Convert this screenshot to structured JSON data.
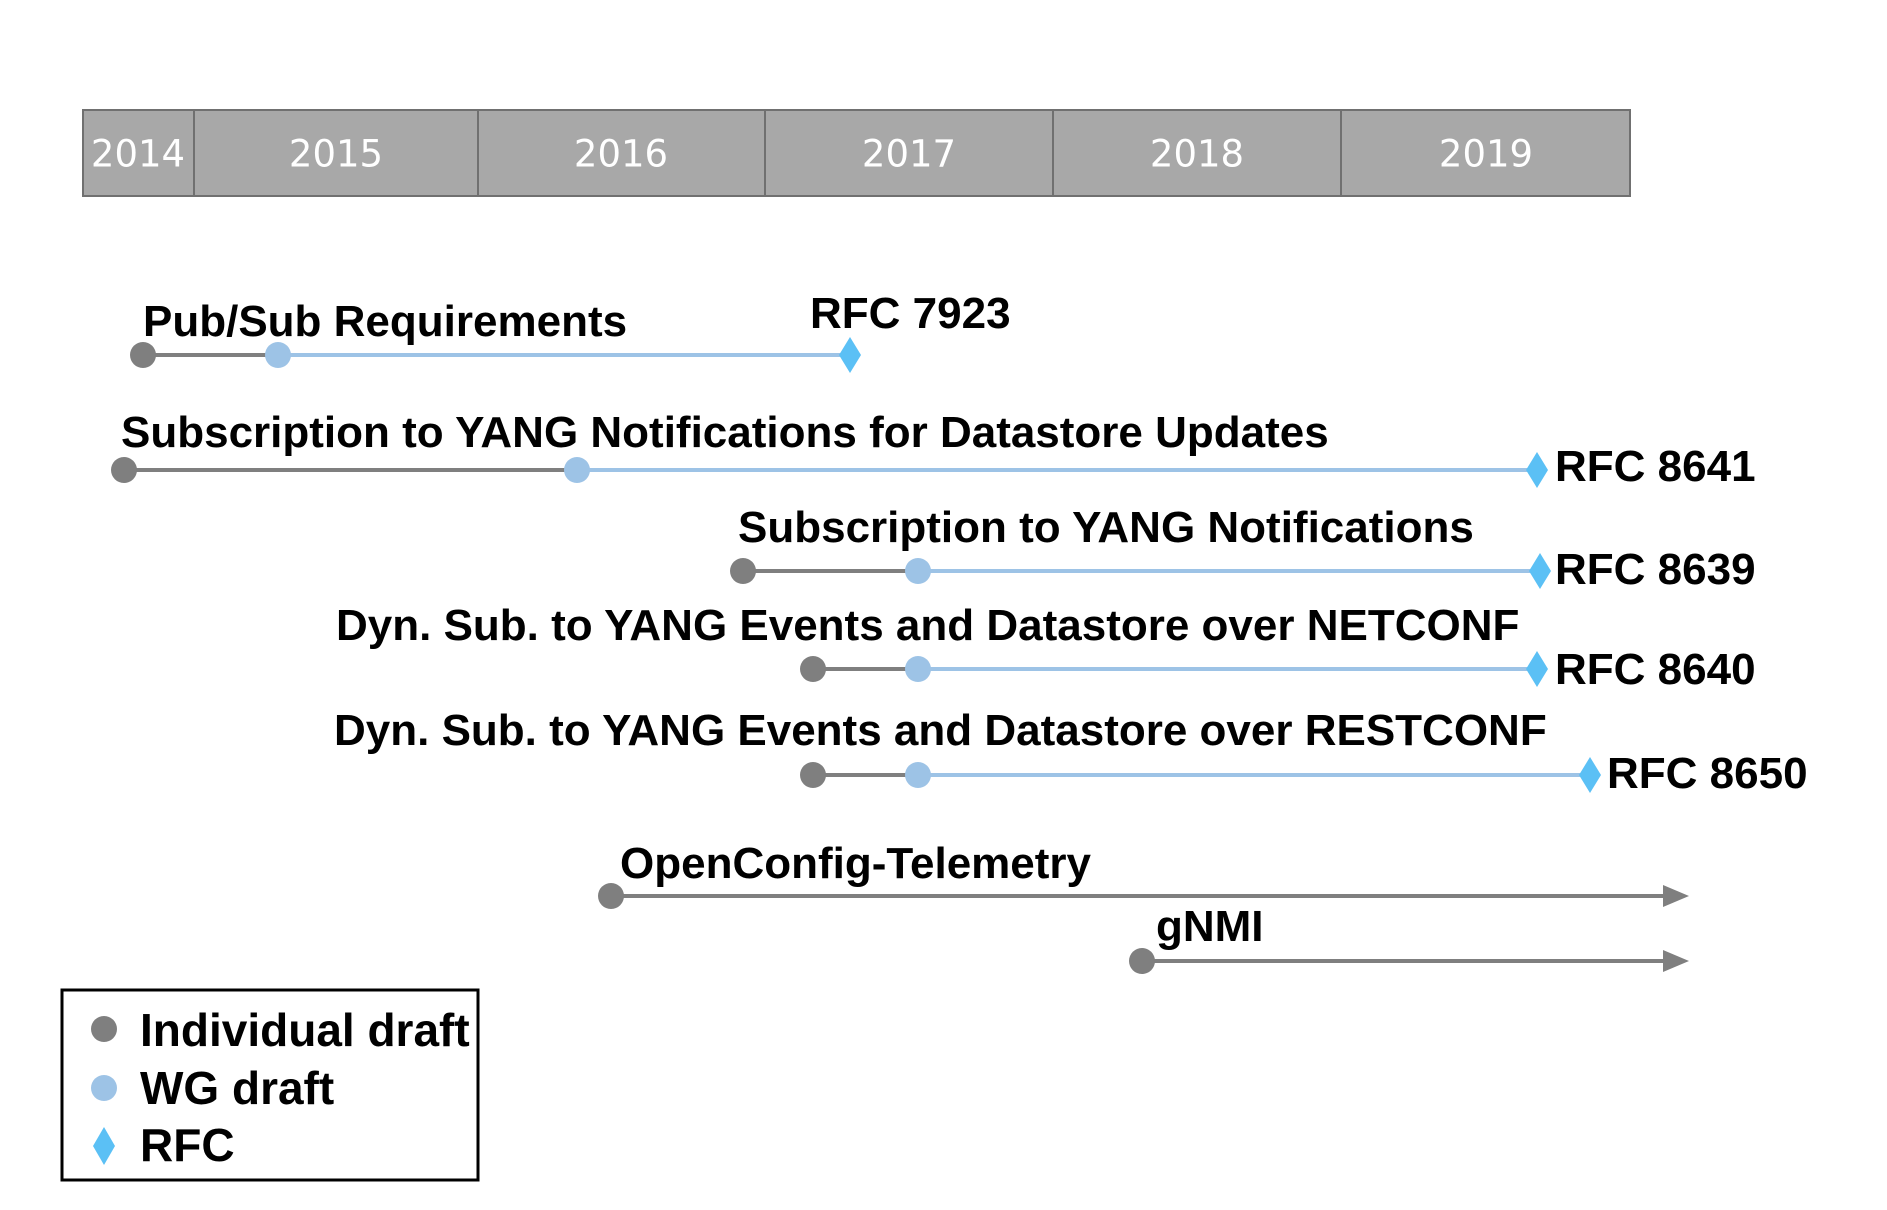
{
  "colors": {
    "year_fill": "#a8a8a8",
    "year_stroke": "#707070",
    "individual_draft": "#7f7f7f",
    "wg_draft": "#9dc3e6",
    "rfc": "#5bc0f5",
    "text": "#000000"
  },
  "timeline": {
    "years": [
      "2014",
      "2015",
      "2016",
      "2017",
      "2018",
      "2019"
    ]
  },
  "tracks": [
    {
      "label": "Pub/Sub Requirements",
      "end_label": "RFC 7923",
      "end": "rfc"
    },
    {
      "label": "Subscription to YANG Notifications for Datastore Updates",
      "end_label": "RFC 8641",
      "end": "rfc"
    },
    {
      "label": "Subscription to YANG Notifications",
      "end_label": "RFC 8639",
      "end": "rfc"
    },
    {
      "label": "Dyn. Sub. to YANG Events and Datastore over NETCONF",
      "end_label": "RFC 8640",
      "end": "rfc"
    },
    {
      "label": "Dyn. Sub. to YANG Events and Datastore over RESTCONF",
      "end_label": "RFC 8650",
      "end": "rfc"
    },
    {
      "label": "OpenConfig-Telemetry",
      "end": "ongoing"
    },
    {
      "label": "gNMI",
      "end": "ongoing"
    }
  ],
  "legend": {
    "items": [
      {
        "marker": "individual-draft",
        "label": "Individual draft"
      },
      {
        "marker": "wg-draft",
        "label": "WG draft"
      },
      {
        "marker": "rfc",
        "label": "RFC"
      }
    ]
  }
}
